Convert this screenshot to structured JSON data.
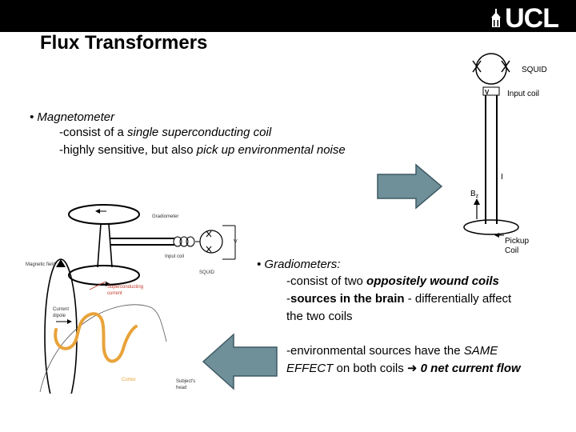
{
  "header": {
    "logo_text": "UCL"
  },
  "slide": {
    "title": "Flux Transformers",
    "magnetometer": {
      "heading": "• Magnetometer",
      "line1_a": "-consist of a ",
      "line1_b": "single superconducting coil",
      "line2_a": "-highly sensitive, but also ",
      "line2_b": "pick up environmental noise"
    },
    "gradiometers": {
      "heading": "• Gradiometers:",
      "line1_a": "-consist of two ",
      "line1_b": "oppositely wound coils",
      "line2_a": "-",
      "line2_b": "sources in the brain",
      "line2_c": " - differentially affect",
      "line3": "the two coils",
      "line4_a": "-environmental sources have the ",
      "line4_b": "SAME",
      "line5_a": "EFFECT",
      "line5_b": " on both coils ",
      "line5_c": "0 net current flow"
    }
  },
  "magnetometer_diagram": {
    "squid_label": "SQUID",
    "input_coil_label": "Input coil",
    "vout_label": "V",
    "current_label": "I",
    "field_label": "B",
    "field_subscript": "z",
    "pickup_label_1": "Pickup",
    "pickup_label_2": "Coil"
  },
  "gradiometer_diagram": {
    "gradiometer_label": "Gradiometer",
    "input_coil_label": "Input coil",
    "squid_label": "SQUID",
    "vout_label": "V",
    "magnetic_field_label": "Magnetic field",
    "superconducting_label_1": "Superconducting",
    "superconducting_label_2": "current",
    "current_dipole_label_1": "Current",
    "current_dipole_label_2": "dipole",
    "cortex_label": "Cortex",
    "head_label_1": "Subject's",
    "head_label_2": "head"
  },
  "colors": {
    "arrow_fill": "#6f8f99",
    "arrow_stroke": "#3f5a64",
    "cortex": "#e8a33a",
    "superconducting_text": "#c0392b"
  }
}
